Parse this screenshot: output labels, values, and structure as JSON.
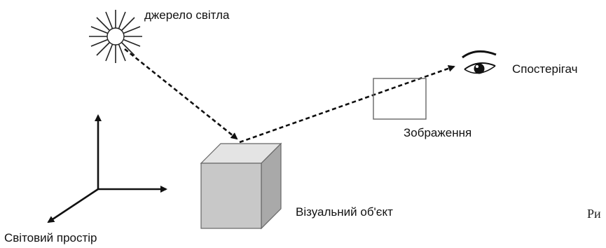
{
  "labels": {
    "light_source": "джерело світла",
    "observer": "Спостерігач",
    "image": "Зображення",
    "visual_object": "Візуальний об'єкт",
    "world_space": "Світовий простір",
    "cropped_caption": "Ри"
  },
  "icons": {
    "light_source": "sun-icon",
    "observer": "eye-icon",
    "visual_object": "cube-icon",
    "image_plane": "square-frame-icon"
  },
  "colors": {
    "line": "#111111",
    "cube_front": "#c8c8c8",
    "cube_top": "#e4e4e4",
    "cube_side": "#a9a9a9",
    "frame": "#666666"
  }
}
